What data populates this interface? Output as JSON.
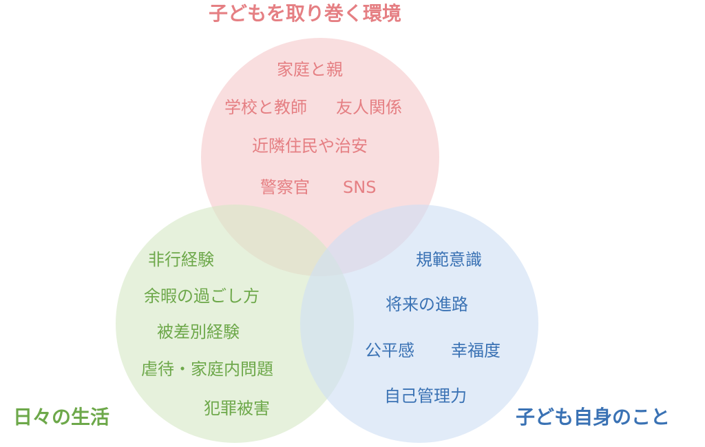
{
  "colors": {
    "env_text": "#e57f83",
    "env_fill": "#f5c9cc",
    "life_text": "#6da84a",
    "life_fill": "#d6e8c7",
    "self_text": "#3a72b4",
    "self_fill": "#cfdff4"
  },
  "groups": {
    "environment": {
      "title": "子どもを取り巻く環境",
      "items": [
        "家庭と親",
        "学校と教師",
        "友人関係",
        "近隣住民や治安",
        "警察官",
        "SNS"
      ]
    },
    "daily_life": {
      "title": "日々の生活",
      "items": [
        "非行経験",
        "余暇の過ごし方",
        "被差別経験",
        "虐待・家庭内問題",
        "犯罪被害"
      ]
    },
    "self": {
      "title": "子ども自身のこと",
      "items": [
        "規範意識",
        "将来の進路",
        "公平感",
        "幸福度",
        "自己管理力"
      ]
    }
  }
}
